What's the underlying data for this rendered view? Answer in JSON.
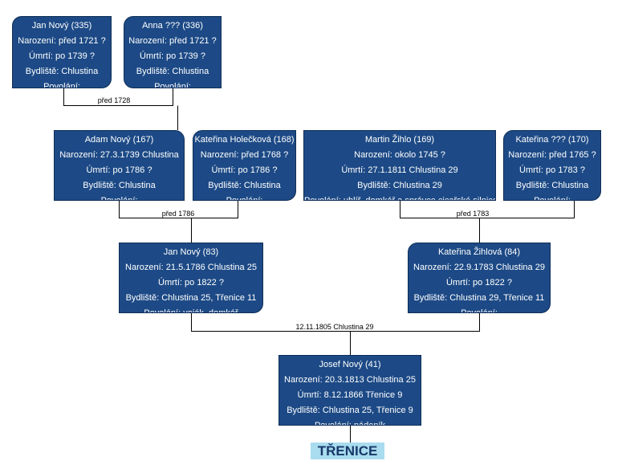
{
  "persons": {
    "p335": {
      "name": "Jan Nový (335)",
      "birth": "Narození: před 1721 ?",
      "death": "Úmrtí: po 1739  ?",
      "residence": "Bydliště: Chlustina",
      "occupation": "Povolání:"
    },
    "p336": {
      "name": "Anna ??? (336)",
      "birth": "Narození: před 1721 ?",
      "death": "Úmrtí: po 1739  ?",
      "residence": "Bydliště: Chlustina",
      "occupation": "Povolání:"
    },
    "p167": {
      "name": "Adam Nový (167)",
      "birth": "Narození: 27.3.1739 Chlustina",
      "death": "Úmrtí: po 1786  ?",
      "residence": "Bydliště: Chlustina",
      "occupation": "Povolání:"
    },
    "p168": {
      "name": "Kateřina Holečková (168)",
      "birth": "Narození: před 1768 ?",
      "death": "Úmrtí: po 1786  ?",
      "residence": "Bydliště: Chlustina",
      "occupation": "Povolání:"
    },
    "p169": {
      "name": "Martin Žihlo (169)",
      "birth": "Narození: okolo 1745 ?",
      "death": "Úmrtí: 27.1.1811  Chlustina 29",
      "residence": "Bydliště: Chlustina 29",
      "occupation": "Povolání: uhlíř, domkář a správce cicařské silnice"
    },
    "p170": {
      "name": "Kateřina ??? (170)",
      "birth": "Narození: před 1765 ?",
      "death": "Úmrtí: po 1783  ?",
      "residence": "Bydliště: Chlustina",
      "occupation": "Povolání:"
    },
    "p83": {
      "name": "Jan  Nový (83)",
      "birth": "Narození: 21.5.1786 Chlustina 25",
      "death": "Úmrtí: po 1822  ?",
      "residence": "Bydliště: Chlustina 25, Třenice 11",
      "occupation": "Povolání: voják, domkář"
    },
    "p84": {
      "name": "Kateřina Žihlová (84)",
      "birth": "Narození: 22.9.1783 Chlustina 29",
      "death": "Úmrtí: po 1822  ?",
      "residence": "Bydliště: Chlustina 29, Třenice 11",
      "occupation": "Povolání:"
    },
    "p41": {
      "name": "Josef Nový (41)",
      "birth": "Narození: 20.3.1813 Chlustina 25",
      "death": "Úmrtí: 8.12.1866   Třenice 9",
      "residence": "Bydliště: Chlustina 25, Třenice 9",
      "occupation": "Povolání: nádeník"
    }
  },
  "marriages": {
    "m1": "před 1728",
    "m2": "před 1786",
    "m3": "před 1783",
    "m4": "12.11.1805  Chlustina 29"
  },
  "place": "TŘENICE",
  "colors": {
    "box": "#1d4a86",
    "box_text": "#ffffff",
    "place_bg": "#a9dcee",
    "place_text": "#17386a"
  }
}
